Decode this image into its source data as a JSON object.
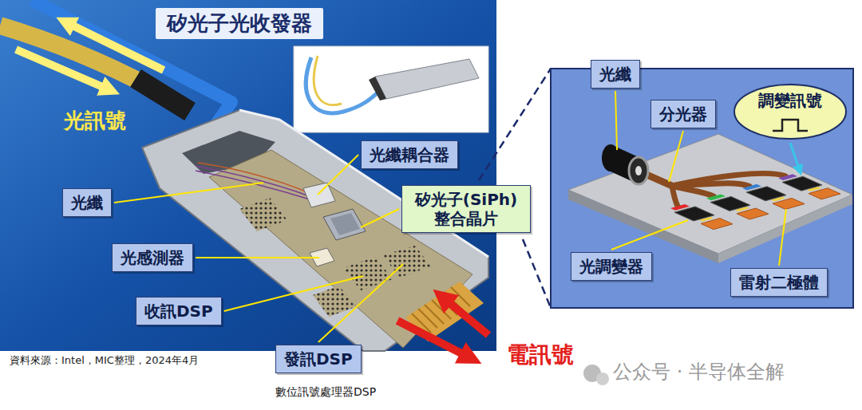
{
  "diagram": {
    "title": "矽光子光收發器",
    "nodes": [
      {
        "text": [
          "光纖耦合器"
        ]
      },
      {
        "text": [
          "光纖"
        ]
      },
      {
        "text": [
          "矽光子(SiPh) 整合晶片"
        ]
      },
      {
        "text": [
          "光感測器"
        ]
      },
      {
        "text": [
          "收訊DSP"
        ]
      },
      {
        "text": [
          "發訊DSP"
        ]
      },
      {
        "text": [
          "光纖"
        ]
      },
      {
        "text": [
          "分光器"
        ]
      },
      {
        "text": [
          "調變訊號"
        ]
      },
      {
        "text": [
          "光調變器"
        ]
      },
      {
        "text": [
          "雷射二極體"
        ]
      }
    ],
    "labels": [
      "光訊號",
      "資料來源：Intel，MIC整理，2024年4月",
      "數位訊號處理器DSP",
      "電訊號",
      "公众号 · 半导体全解"
    ]
  }
}
